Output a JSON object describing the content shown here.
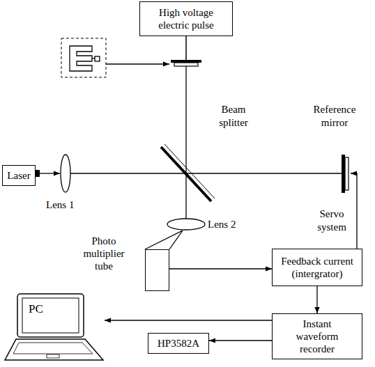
{
  "diagram": {
    "nodes": [
      {
        "text": [
          "High voltage electric pulse"
        ]
      },
      {
        "text": [
          "Laser"
        ]
      },
      {
        "text": [
          "Photo multiplier tube"
        ]
      },
      {
        "text": [
          "Feedback current (intergrator)"
        ]
      },
      {
        "text": [
          "Instant waveform recorder"
        ]
      },
      {
        "text": [
          "HP3582A"
        ]
      },
      {
        "text": [
          "PC"
        ]
      }
    ],
    "edges": [
      {
        "from": 2,
        "to": 3,
        "arrow": "to"
      },
      {
        "from": 3,
        "to": 4,
        "arrow": "to"
      },
      {
        "from": 4,
        "to": 6,
        "arrow": "to"
      },
      {
        "from": 4,
        "to": 5,
        "arrow": "to"
      }
    ],
    "labels": [
      "Beam splitter",
      "Reference mirror",
      "Lens 1",
      "Lens 2",
      "Servo system"
    ]
  }
}
